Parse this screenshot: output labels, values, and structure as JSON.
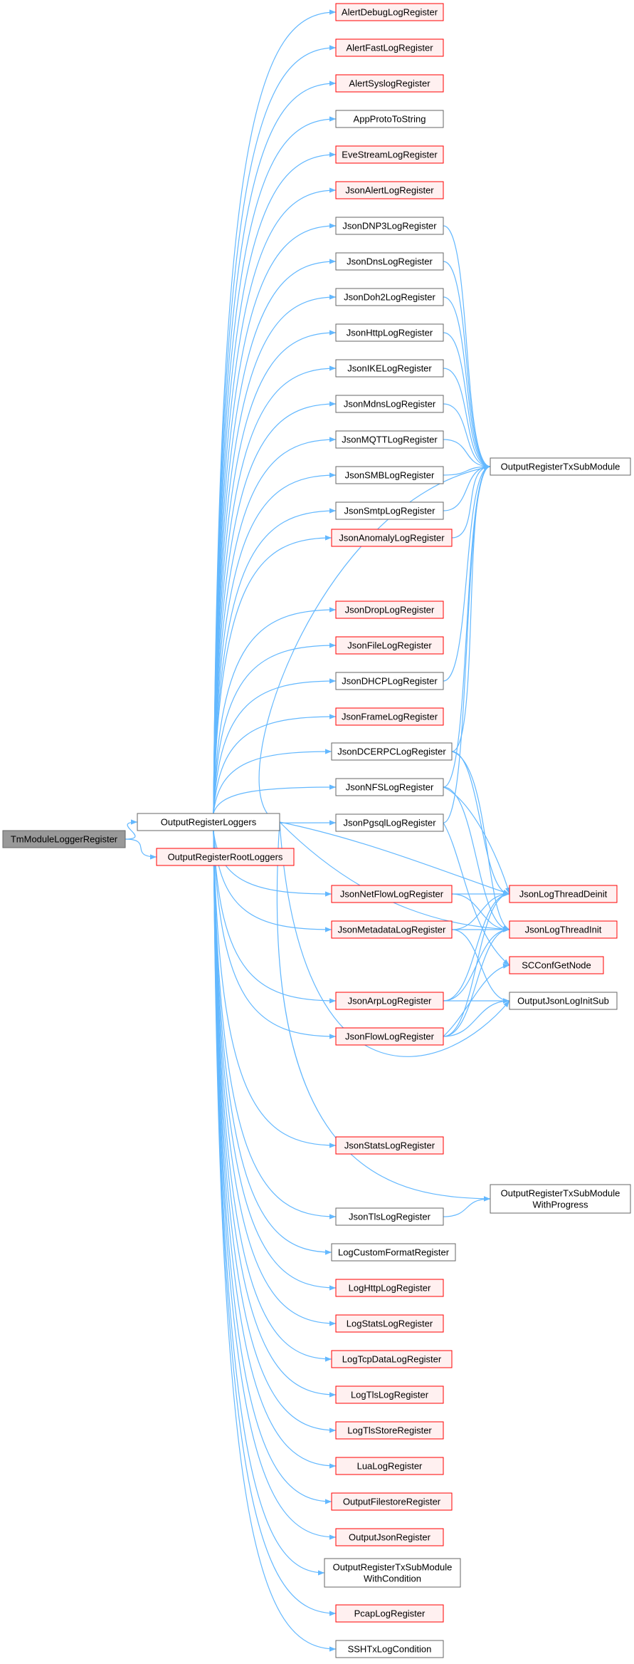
{
  "colors": {
    "edge": "#63b8ff",
    "node_border": "#666666",
    "node_border_red": "#ff0000",
    "node_fill": "#ffffff",
    "node_fill_red": "#fff0f0",
    "root_fill": "#999999",
    "text": "#000000"
  },
  "nodes": [
    {
      "id": "root",
      "lines": [
        "TmModuleLoggerRegister"
      ],
      "style": "root"
    },
    {
      "id": "orl",
      "lines": [
        "OutputRegisterLoggers"
      ],
      "style": "normal"
    },
    {
      "id": "orrl",
      "lines": [
        "OutputRegisterRootLoggers"
      ],
      "style": "red"
    },
    {
      "id": "adlr",
      "lines": [
        "AlertDebugLogRegister"
      ],
      "style": "red"
    },
    {
      "id": "aflr",
      "lines": [
        "AlertFastLogRegister"
      ],
      "style": "red"
    },
    {
      "id": "aslr",
      "lines": [
        "AlertSyslogRegister"
      ],
      "style": "red"
    },
    {
      "id": "apts",
      "lines": [
        "AppProtoToString"
      ],
      "style": "normal"
    },
    {
      "id": "eslr",
      "lines": [
        "EveStreamLogRegister"
      ],
      "style": "red"
    },
    {
      "id": "jalr",
      "lines": [
        "JsonAlertLogRegister"
      ],
      "style": "red"
    },
    {
      "id": "jdnp3",
      "lines": [
        "JsonDNP3LogRegister"
      ],
      "style": "normal"
    },
    {
      "id": "jdns",
      "lines": [
        "JsonDnsLogRegister"
      ],
      "style": "normal"
    },
    {
      "id": "jdoh2",
      "lines": [
        "JsonDoh2LogRegister"
      ],
      "style": "normal"
    },
    {
      "id": "jhttp",
      "lines": [
        "JsonHttpLogRegister"
      ],
      "style": "normal"
    },
    {
      "id": "jike",
      "lines": [
        "JsonIKELogRegister"
      ],
      "style": "normal"
    },
    {
      "id": "jmdns",
      "lines": [
        "JsonMdnsLogRegister"
      ],
      "style": "normal"
    },
    {
      "id": "jmqtt",
      "lines": [
        "JsonMQTTLogRegister"
      ],
      "style": "normal"
    },
    {
      "id": "jsmb",
      "lines": [
        "JsonSMBLogRegister"
      ],
      "style": "normal"
    },
    {
      "id": "jsmtp",
      "lines": [
        "JsonSmtpLogRegister"
      ],
      "style": "normal"
    },
    {
      "id": "janom",
      "lines": [
        "JsonAnomalyLogRegister"
      ],
      "style": "red"
    },
    {
      "id": "jdrop",
      "lines": [
        "JsonDropLogRegister"
      ],
      "style": "red"
    },
    {
      "id": "jfile",
      "lines": [
        "JsonFileLogRegister"
      ],
      "style": "red"
    },
    {
      "id": "jdhcp",
      "lines": [
        "JsonDHCPLogRegister"
      ],
      "style": "normal"
    },
    {
      "id": "jframe",
      "lines": [
        "JsonFrameLogRegister"
      ],
      "style": "red"
    },
    {
      "id": "jdcerpc",
      "lines": [
        "JsonDCERPCLogRegister"
      ],
      "style": "normal"
    },
    {
      "id": "jnfs",
      "lines": [
        "JsonNFSLogRegister"
      ],
      "style": "normal"
    },
    {
      "id": "jpgsql",
      "lines": [
        "JsonPgsqlLogRegister"
      ],
      "style": "normal"
    },
    {
      "id": "jnetflow",
      "lines": [
        "JsonNetFlowLogRegister"
      ],
      "style": "red"
    },
    {
      "id": "jmeta",
      "lines": [
        "JsonMetadataLogRegister"
      ],
      "style": "red"
    },
    {
      "id": "jarp",
      "lines": [
        "JsonArpLogRegister"
      ],
      "style": "red"
    },
    {
      "id": "jflow",
      "lines": [
        "JsonFlowLogRegister"
      ],
      "style": "red"
    },
    {
      "id": "jstats",
      "lines": [
        "JsonStatsLogRegister"
      ],
      "style": "red"
    },
    {
      "id": "jtls",
      "lines": [
        "JsonTlsLogRegister"
      ],
      "style": "normal"
    },
    {
      "id": "lcfr",
      "lines": [
        "LogCustomFormatRegister"
      ],
      "style": "normal"
    },
    {
      "id": "lhttp",
      "lines": [
        "LogHttpLogRegister"
      ],
      "style": "red"
    },
    {
      "id": "lstats",
      "lines": [
        "LogStatsLogRegister"
      ],
      "style": "red"
    },
    {
      "id": "ltcp",
      "lines": [
        "LogTcpDataLogRegister"
      ],
      "style": "red"
    },
    {
      "id": "ltls",
      "lines": [
        "LogTlsLogRegister"
      ],
      "style": "red"
    },
    {
      "id": "ltlss",
      "lines": [
        "LogTlsStoreRegister"
      ],
      "style": "red"
    },
    {
      "id": "lua",
      "lines": [
        "LuaLogRegister"
      ],
      "style": "red"
    },
    {
      "id": "ofs",
      "lines": [
        "OutputFilestoreRegister"
      ],
      "style": "red"
    },
    {
      "id": "ojr",
      "lines": [
        "OutputJsonRegister"
      ],
      "style": "red"
    },
    {
      "id": "ortsmwc",
      "lines": [
        "OutputRegisterTxSubModule",
        "WithCondition"
      ],
      "style": "normal"
    },
    {
      "id": "pcap",
      "lines": [
        "PcapLogRegister"
      ],
      "style": "red"
    },
    {
      "id": "ssh",
      "lines": [
        "SSHTxLogCondition"
      ],
      "style": "normal"
    },
    {
      "id": "ortsm",
      "lines": [
        "OutputRegisterTxSubModule"
      ],
      "style": "normal"
    },
    {
      "id": "jltd",
      "lines": [
        "JsonLogThreadDeinit"
      ],
      "style": "red"
    },
    {
      "id": "jlti",
      "lines": [
        "JsonLogThreadInit"
      ],
      "style": "red"
    },
    {
      "id": "scgn",
      "lines": [
        "SCConfGetNode"
      ],
      "style": "red"
    },
    {
      "id": "ojlis",
      "lines": [
        "OutputJsonLogInitSub"
      ],
      "style": "normal"
    },
    {
      "id": "ortsmwp",
      "lines": [
        "OutputRegisterTxSubModule",
        "WithProgress"
      ],
      "style": "normal"
    }
  ],
  "edges": [
    [
      "root",
      "orl"
    ],
    [
      "root",
      "orrl"
    ],
    [
      "orl",
      "adlr"
    ],
    [
      "orl",
      "aflr"
    ],
    [
      "orl",
      "aslr"
    ],
    [
      "orl",
      "apts"
    ],
    [
      "orl",
      "eslr"
    ],
    [
      "orl",
      "jalr"
    ],
    [
      "orl",
      "jdnp3"
    ],
    [
      "orl",
      "jdns"
    ],
    [
      "orl",
      "jdoh2"
    ],
    [
      "orl",
      "jhttp"
    ],
    [
      "orl",
      "jike"
    ],
    [
      "orl",
      "jmdns"
    ],
    [
      "orl",
      "jmqtt"
    ],
    [
      "orl",
      "jsmb"
    ],
    [
      "orl",
      "jsmtp"
    ],
    [
      "orl",
      "janom"
    ],
    [
      "orl",
      "ortsm"
    ],
    [
      "orl",
      "jdrop"
    ],
    [
      "orl",
      "jfile"
    ],
    [
      "orl",
      "jdhcp"
    ],
    [
      "orl",
      "jframe"
    ],
    [
      "orl",
      "jdcerpc"
    ],
    [
      "orl",
      "jnfs"
    ],
    [
      "orl",
      "jpgsql"
    ],
    [
      "orl",
      "jltd"
    ],
    [
      "orl",
      "jnetflow"
    ],
    [
      "orl",
      "jlti"
    ],
    [
      "orl",
      "jmeta"
    ],
    [
      "orl",
      "jarp"
    ],
    [
      "orl",
      "jflow"
    ],
    [
      "orl",
      "ojlis"
    ],
    [
      "orl",
      "jstats"
    ],
    [
      "orl",
      "ortsmwp"
    ],
    [
      "orl",
      "jtls"
    ],
    [
      "orl",
      "lcfr"
    ],
    [
      "orl",
      "lhttp"
    ],
    [
      "orl",
      "lstats"
    ],
    [
      "orl",
      "ltcp"
    ],
    [
      "orl",
      "ltls"
    ],
    [
      "orl",
      "ltlss"
    ],
    [
      "orl",
      "lua"
    ],
    [
      "orl",
      "ofs"
    ],
    [
      "orl",
      "ojr"
    ],
    [
      "orl",
      "ortsmwc"
    ],
    [
      "orl",
      "pcap"
    ],
    [
      "orl",
      "ssh"
    ],
    [
      "jdnp3",
      "ortsm"
    ],
    [
      "jdns",
      "ortsm"
    ],
    [
      "jdoh2",
      "ortsm"
    ],
    [
      "jhttp",
      "ortsm"
    ],
    [
      "jike",
      "ortsm"
    ],
    [
      "jmdns",
      "ortsm"
    ],
    [
      "jmqtt",
      "ortsm"
    ],
    [
      "jsmb",
      "ortsm"
    ],
    [
      "jsmtp",
      "ortsm"
    ],
    [
      "janom",
      "ortsm"
    ],
    [
      "jdhcp",
      "ortsm"
    ],
    [
      "jdcerpc",
      "ortsm"
    ],
    [
      "jnfs",
      "ortsm"
    ],
    [
      "jpgsql",
      "ortsm"
    ],
    [
      "jdcerpc",
      "jltd"
    ],
    [
      "jdcerpc",
      "jlti"
    ],
    [
      "jnfs",
      "jltd"
    ],
    [
      "jnfs",
      "jlti"
    ],
    [
      "jpgsql",
      "scgn"
    ],
    [
      "jnetflow",
      "jltd"
    ],
    [
      "jnetflow",
      "jlti"
    ],
    [
      "jmeta",
      "jltd"
    ],
    [
      "jmeta",
      "jlti"
    ],
    [
      "jmeta",
      "ojlis"
    ],
    [
      "jarp",
      "jltd"
    ],
    [
      "jarp",
      "jlti"
    ],
    [
      "jarp",
      "ojlis"
    ],
    [
      "jflow",
      "jltd"
    ],
    [
      "jflow",
      "jlti"
    ],
    [
      "jflow",
      "ojlis"
    ],
    [
      "jflow",
      "scgn"
    ],
    [
      "jtls",
      "ortsmwp"
    ]
  ]
}
